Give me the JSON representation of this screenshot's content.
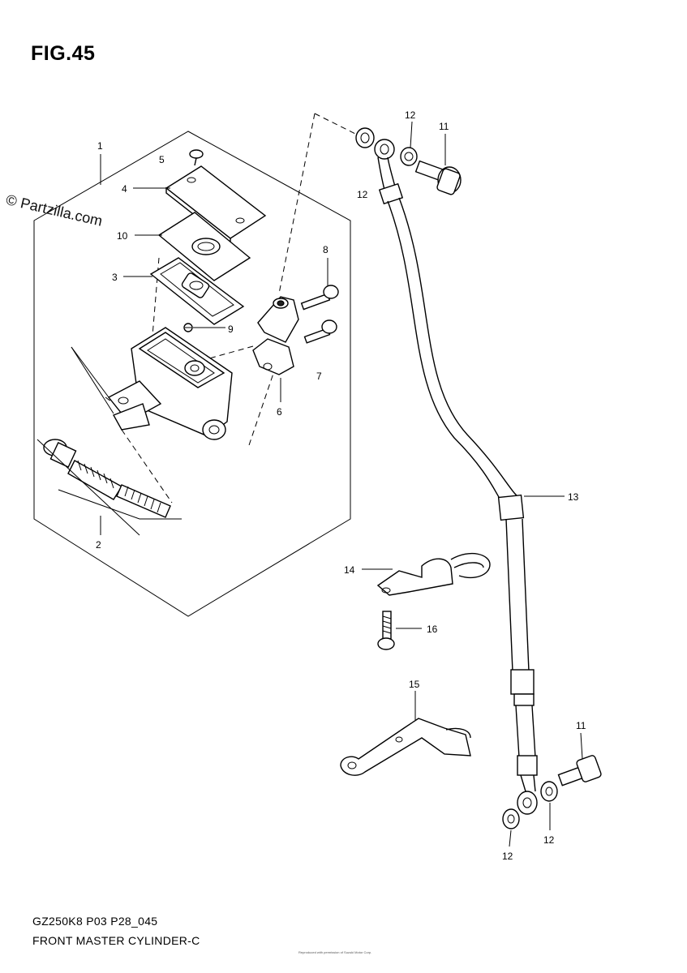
{
  "figure_title": "FIG.45",
  "watermark": "© Partzilla.com",
  "footer": {
    "code": "GZ250K8 P03 P28_045",
    "caption": "FRONT MASTER CYLINDER-C"
  },
  "fine_print": "Reproduced with permission of Suzuki Motor Corp.",
  "callouts": [
    {
      "id": "c1",
      "number": "1"
    },
    {
      "id": "c2",
      "number": "2"
    },
    {
      "id": "c3",
      "number": "3"
    },
    {
      "id": "c4",
      "number": "4"
    },
    {
      "id": "c5",
      "number": "5"
    },
    {
      "id": "c6",
      "number": "6"
    },
    {
      "id": "c7",
      "number": "7"
    },
    {
      "id": "c8",
      "number": "8"
    },
    {
      "id": "c9",
      "number": "9"
    },
    {
      "id": "c10",
      "number": "10"
    },
    {
      "id": "c11a",
      "number": "11"
    },
    {
      "id": "c11b",
      "number": "11"
    },
    {
      "id": "c12a",
      "number": "12"
    },
    {
      "id": "c12b",
      "number": "12"
    },
    {
      "id": "c12c",
      "number": "12"
    },
    {
      "id": "c12d",
      "number": "12"
    },
    {
      "id": "c13",
      "number": "13"
    },
    {
      "id": "c14",
      "number": "14"
    },
    {
      "id": "c15",
      "number": "15"
    },
    {
      "id": "c16",
      "number": "16"
    }
  ]
}
